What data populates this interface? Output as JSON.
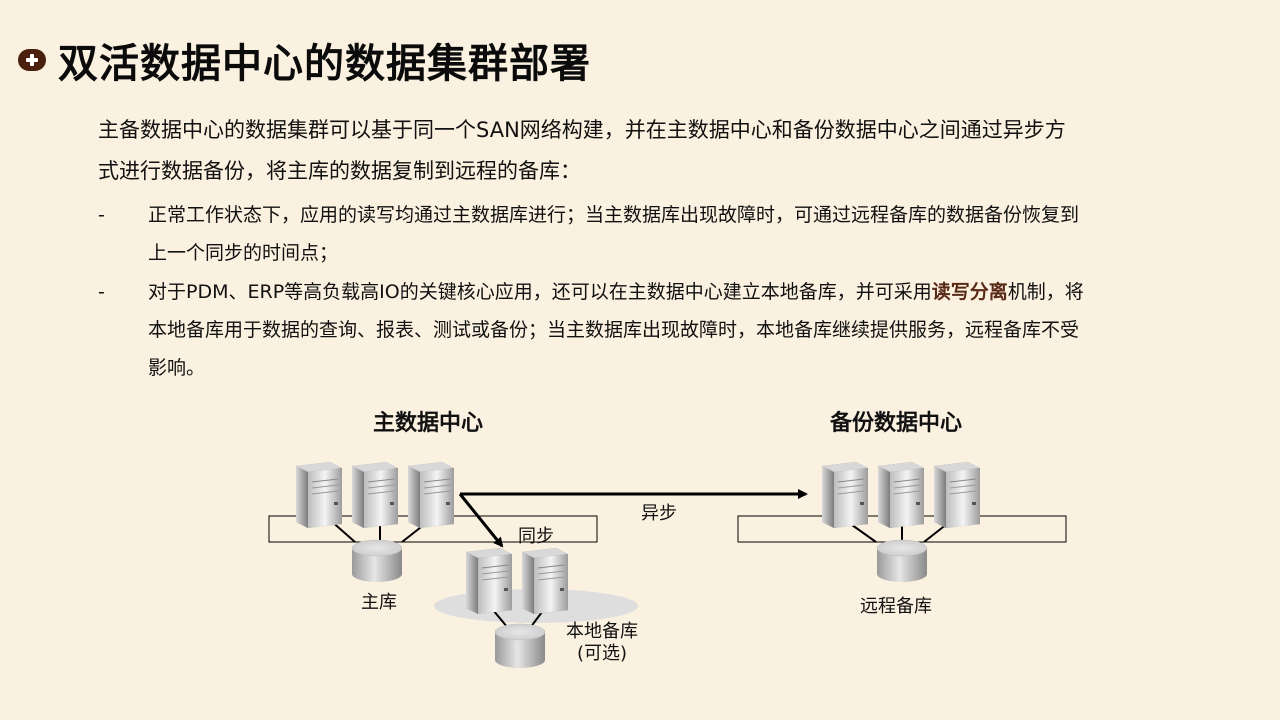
{
  "header": {
    "title": "双活数据中心的数据集群部署",
    "icon": "plus-circle-icon"
  },
  "intro": {
    "line1": "主备数据中心的数据集群可以基于同一个SAN网络构建，并在主数据中心和备份数据中心之间通过异步方",
    "line2": "式进行数据备份，将主库的数据复制到远程的备库："
  },
  "bullets": [
    {
      "dash": "-",
      "line1": "正常工作状态下，应用的读写均通过主数据库进行；当主数据库出现故障时，可通过远程备库的数据备份恢复到",
      "line2": "上一个同步的时间点；"
    },
    {
      "dash": "-",
      "line1_pre": "对于PDM、ERP等高负载高IO的关键核心应用，还可以在主数据中心建立本地备库，并可采用",
      "line1_hl": "读写分离",
      "line1_post": "机制，将",
      "line2": "本地备库用于数据的查询、报表、测试或备份；当主数据库出现故障时，本地备库继续提供服务，远程备库不受",
      "line3": "影响。"
    }
  ],
  "diagram": {
    "primary_title": "主数据中心",
    "backup_title": "备份数据中心",
    "async_label": "异步",
    "sync_label": "同步",
    "primary_db_label": "主库",
    "local_backup_label": "本地备库",
    "local_backup_optional": "(可选)",
    "remote_backup_label": "远程备库"
  },
  "colors": {
    "background": "#fbf1e0",
    "highlight": "#5a2a18",
    "icon": "#4a1f10"
  }
}
